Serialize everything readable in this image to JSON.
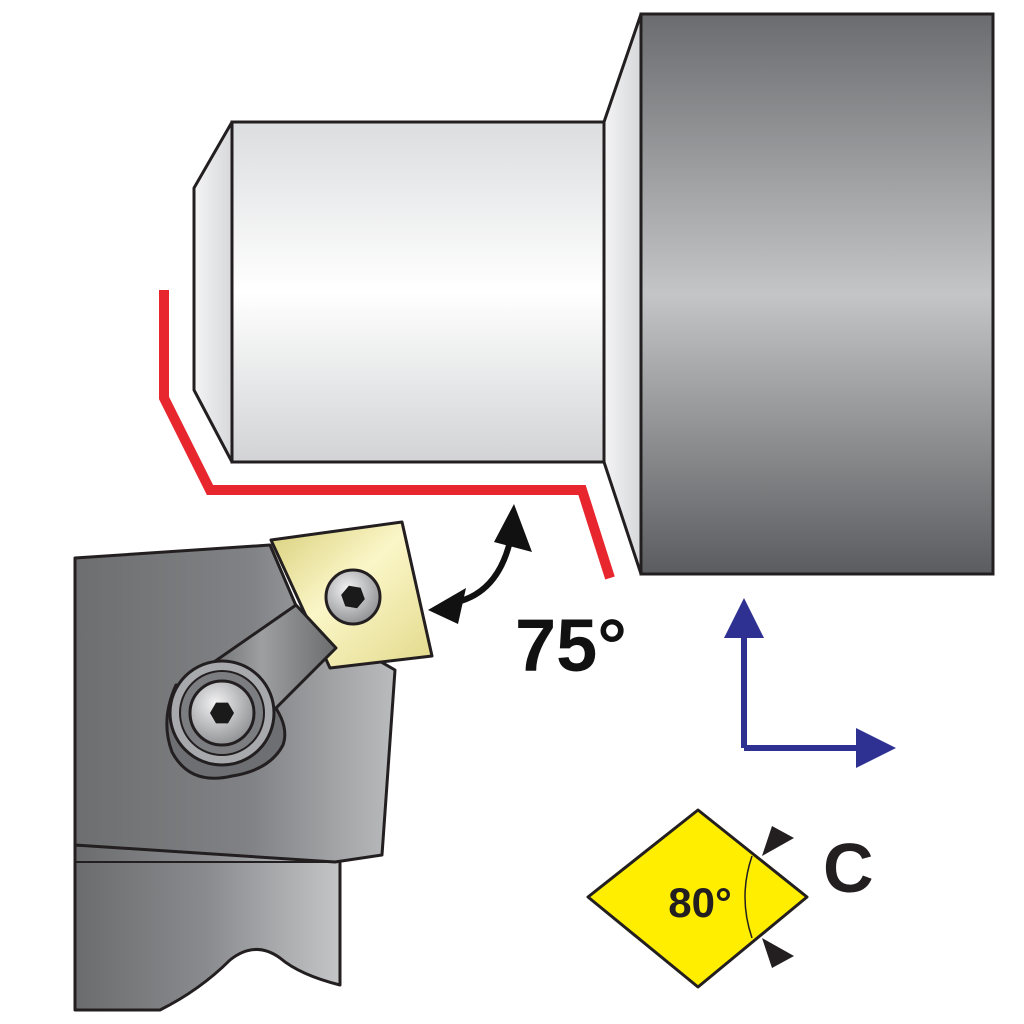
{
  "labels": {
    "angle": "75°",
    "insert_angle": "80°",
    "insert_code": "C"
  },
  "colors": {
    "toolpath": "#e8262e",
    "insert_shape": "#ffee00",
    "axis_arrows": "#2e3192",
    "outline": "#231f20"
  }
}
